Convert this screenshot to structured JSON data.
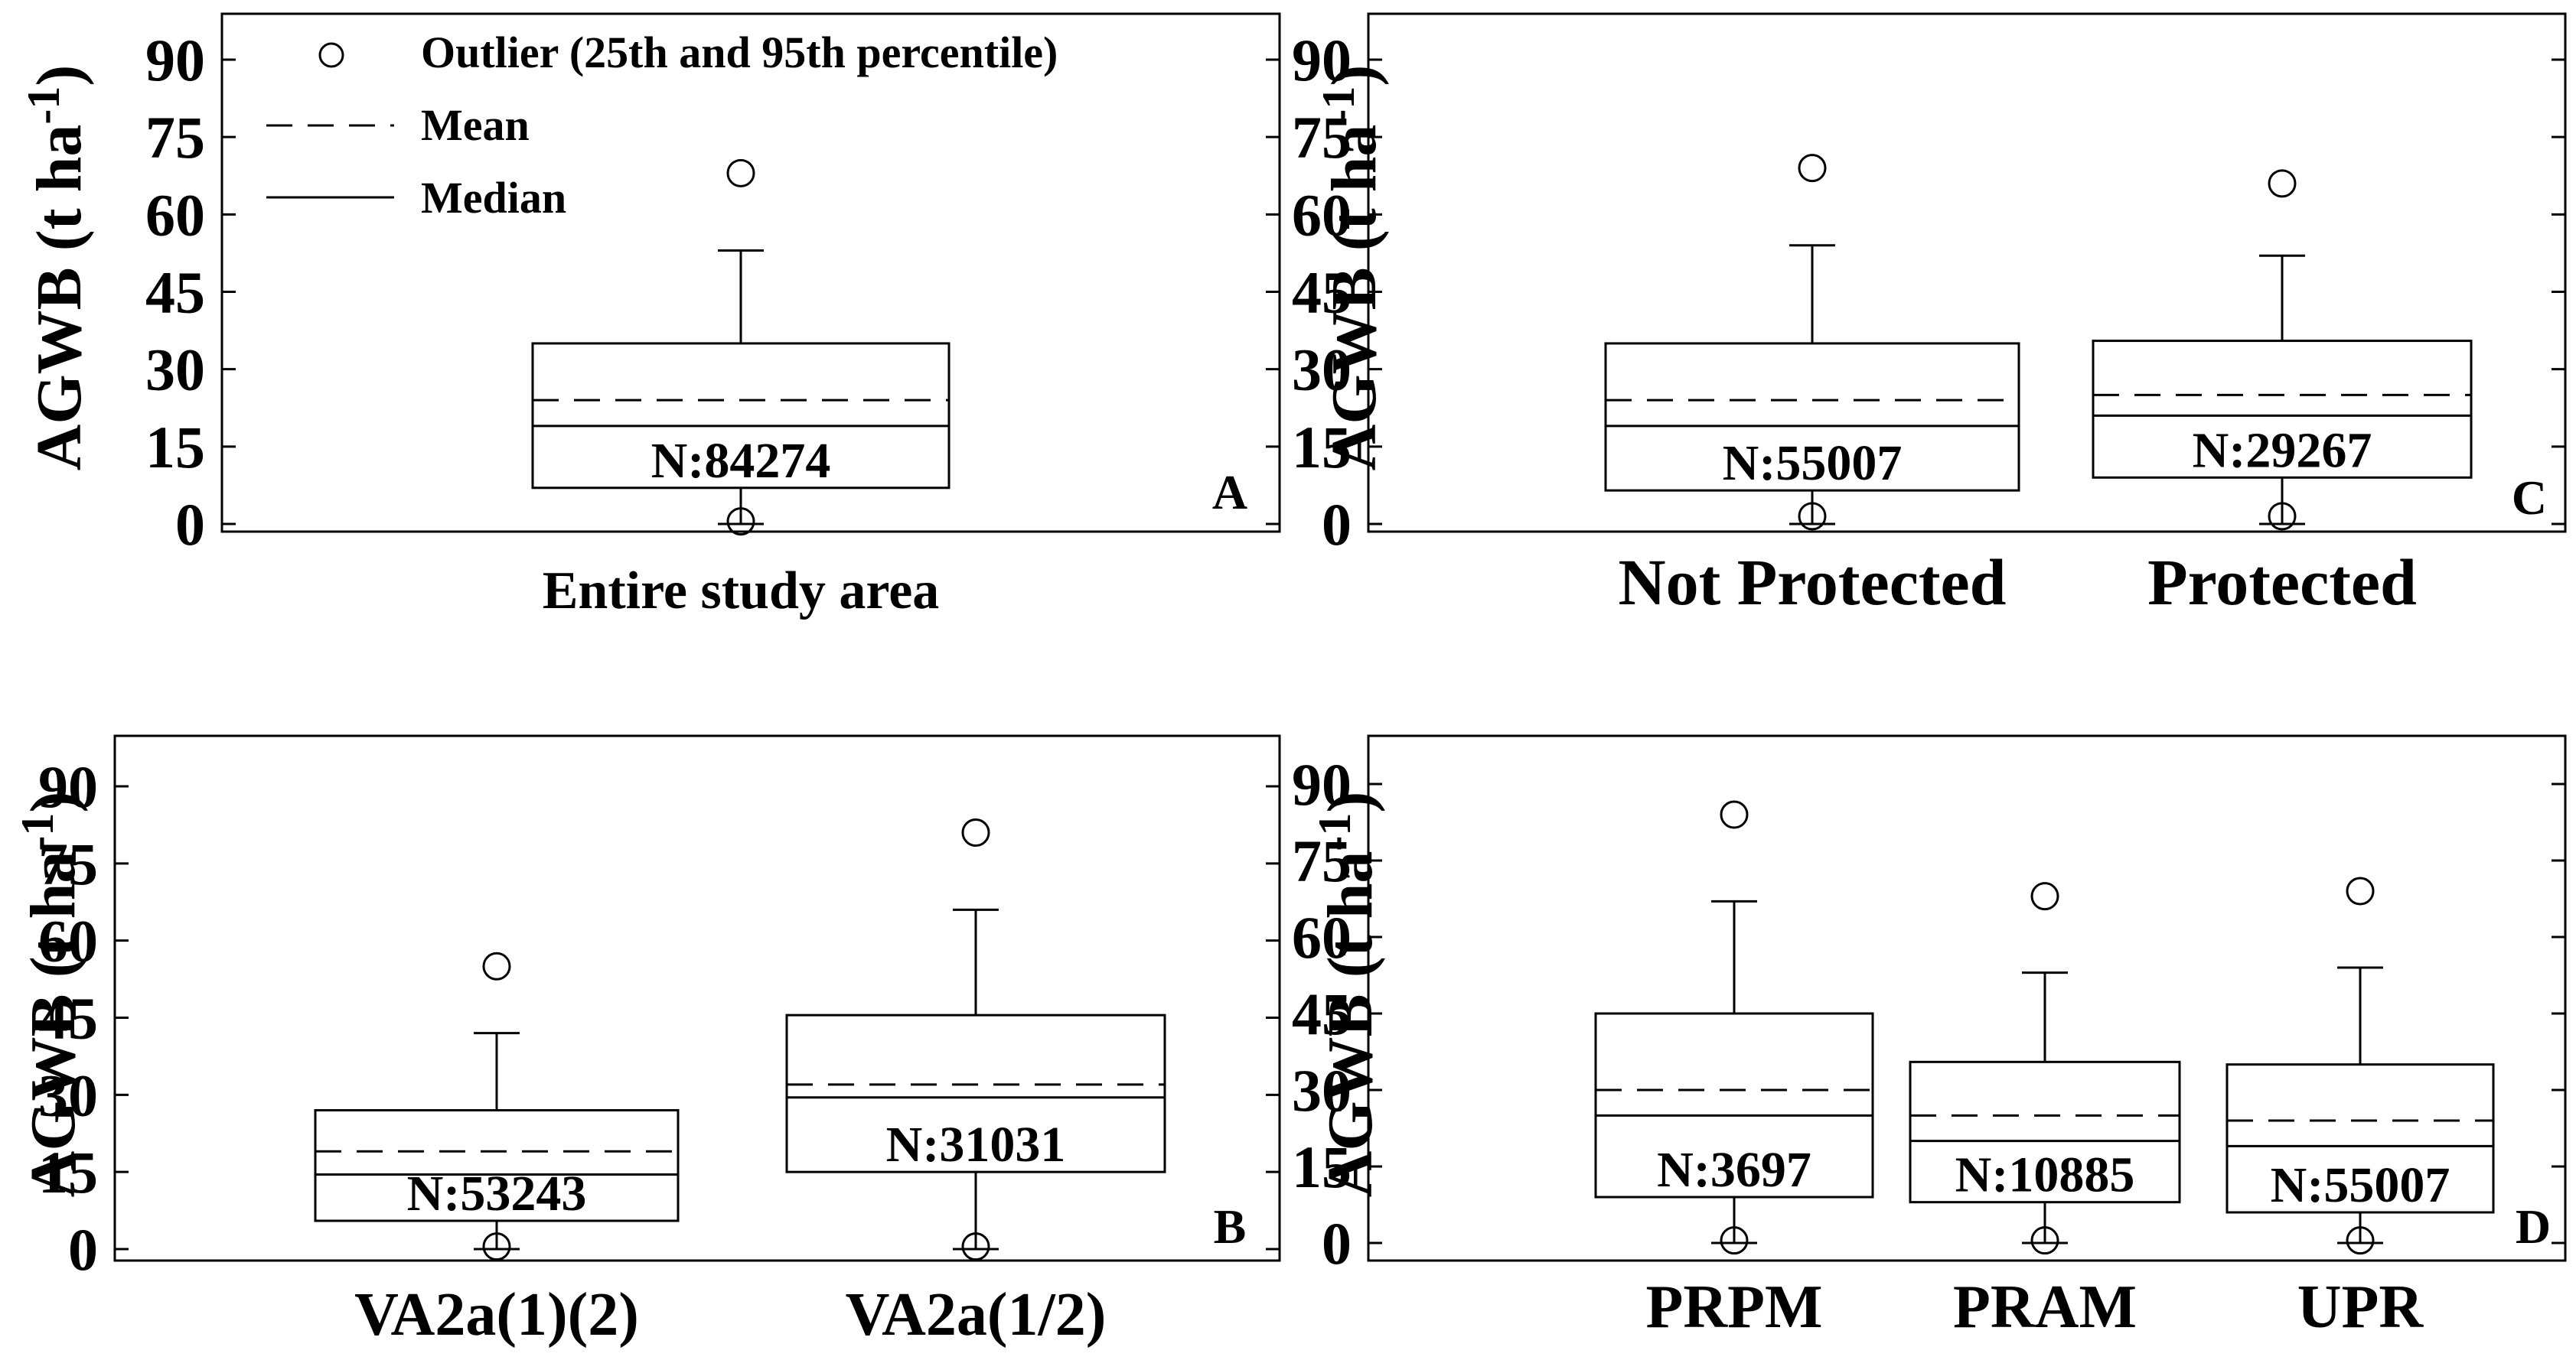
{
  "legend": {
    "outlier": "Outlier (25th and 95th percentile)",
    "mean": "Mean",
    "median": "Median"
  },
  "chart_data": [
    {
      "panel": "A",
      "type": "box",
      "ylabel": "AGWB (t ha-1)",
      "yticks": [
        0,
        15,
        30,
        45,
        60,
        75,
        90
      ],
      "ylim": [
        -2,
        100
      ],
      "categories": [
        "Entire study area"
      ],
      "boxes": [
        {
          "label": "Entire study area",
          "whisker_low": 0,
          "q1": 7,
          "median": 19,
          "mean": 24,
          "q3": 35,
          "whisker_high": 53,
          "outlier_high": 68,
          "outlier_low": 0.5,
          "n_label": "N:84274"
        }
      ]
    },
    {
      "panel": "C",
      "type": "box",
      "ylabel": "AGWB (t ha-1)",
      "yticks": [
        0,
        15,
        30,
        45,
        60,
        75,
        90
      ],
      "ylim": [
        -2,
        100
      ],
      "categories": [
        "Not Protected",
        "Protected"
      ],
      "boxes": [
        {
          "label": "Not Protected",
          "whisker_low": 0,
          "q1": 6.5,
          "median": 19,
          "mean": 24,
          "q3": 35,
          "whisker_high": 54,
          "outlier_high": 69,
          "outlier_low": 1.5,
          "n_label": "N:55007"
        },
        {
          "label": "Protected",
          "whisker_low": 0,
          "q1": 9,
          "median": 21,
          "mean": 25,
          "q3": 35.5,
          "whisker_high": 52,
          "outlier_high": 66,
          "outlier_low": 1.5,
          "n_label": "N:29267"
        }
      ]
    },
    {
      "panel": "B",
      "type": "box",
      "ylabel": "AGWB (t ha-1)",
      "yticks": [
        0,
        15,
        30,
        45,
        60,
        75,
        90
      ],
      "ylim": [
        -2,
        100
      ],
      "categories": [
        "VA2a(1)(2)",
        "VA2a(1/2)"
      ],
      "boxes": [
        {
          "label": "VA2a(1)(2)",
          "whisker_low": 0,
          "q1": 5.5,
          "median": 14.5,
          "mean": 19,
          "q3": 27,
          "whisker_high": 42,
          "outlier_high": 55,
          "outlier_low": 0.5,
          "n_label": "N:53243"
        },
        {
          "label": "VA2a(1/2)",
          "whisker_low": 0,
          "q1": 15,
          "median": 29.5,
          "mean": 32,
          "q3": 45.5,
          "whisker_high": 66,
          "outlier_high": 81,
          "outlier_low": 0.5,
          "n_label": "N:31031"
        }
      ]
    },
    {
      "panel": "D",
      "type": "box",
      "ylabel": "AGWB (t ha-1)",
      "yticks": [
        0,
        15,
        30,
        45,
        60,
        75,
        90
      ],
      "ylim": [
        -2,
        100
      ],
      "categories": [
        "PRPM",
        "PRAM",
        "UPR"
      ],
      "boxes": [
        {
          "label": "PRPM",
          "whisker_low": 0,
          "q1": 9,
          "median": 25,
          "mean": 30,
          "q3": 45,
          "whisker_high": 67,
          "outlier_high": 84,
          "outlier_low": 0.5,
          "n_label": "N:3697"
        },
        {
          "label": "PRAM",
          "whisker_low": 0,
          "q1": 8,
          "median": 20,
          "mean": 25,
          "q3": 35.5,
          "whisker_high": 53,
          "outlier_high": 68,
          "outlier_low": 0.5,
          "n_label": "N:10885"
        },
        {
          "label": "UPR",
          "whisker_low": 0,
          "q1": 6,
          "median": 19,
          "mean": 24,
          "q3": 35,
          "whisker_high": 54,
          "outlier_high": 69,
          "outlier_low": 0.5,
          "n_label": "N:55007"
        }
      ]
    }
  ]
}
